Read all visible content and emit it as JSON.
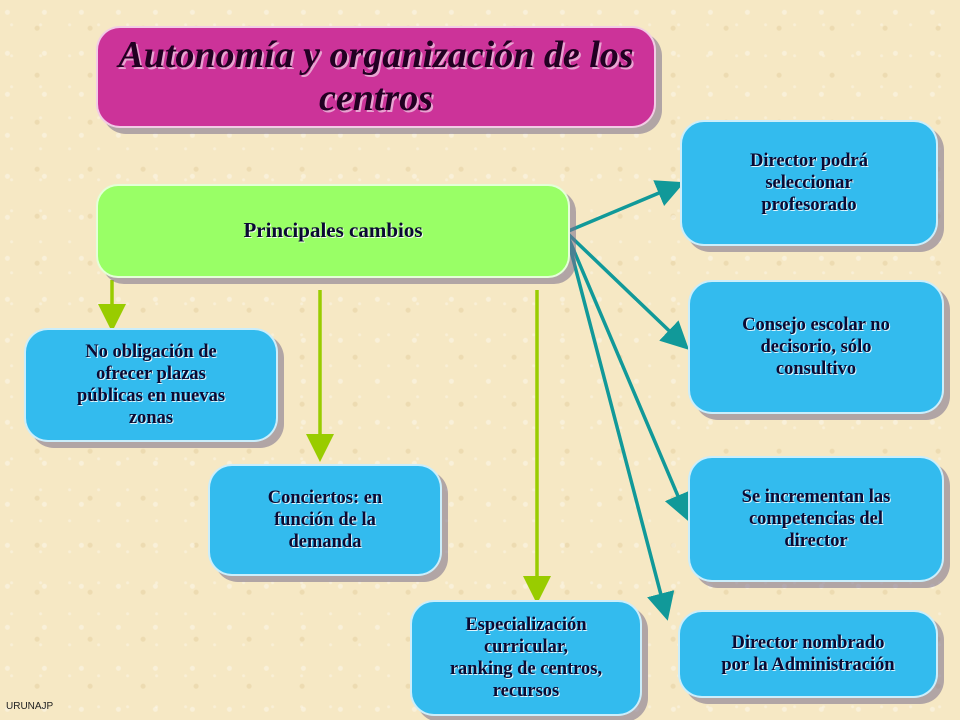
{
  "title": "Autonomía y organización de los centros",
  "main": "Principales cambios",
  "left_boxes": {
    "no_obligacion": "No obligación de\nofrecer plazas\npúblicas en nuevas\nzonas",
    "conciertos": "Conciertos: en\nfunción de la\ndemanda",
    "especializacion": "Especialización\ncurricular,\nranking de centros,\nrecursos"
  },
  "right_boxes": {
    "director_seleccionar": "Director podrá\nseleccionar\nprofesorado",
    "consejo": "Consejo escolar no\ndecisorio, sólo\nconsultivo",
    "competencias": "Se incrementan las\ncompetencias del\ndirector",
    "director_nombrado": "Director nombrado\npor la Administración"
  },
  "footer": "URUNAJP",
  "colors": {
    "title_bg": "#cc3399",
    "main_bg": "#99ff66",
    "box_bg": "#33bbee",
    "green_arrow": "#99cc00",
    "teal_arrow": "#119999",
    "background": "#f6e8c4"
  }
}
